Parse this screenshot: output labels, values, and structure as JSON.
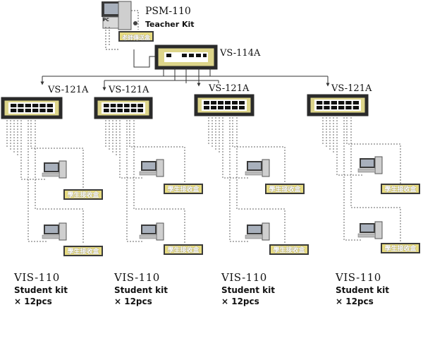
{
  "teacher": {
    "model": "PSM-110",
    "name": "Teacher Kit",
    "pc_tag": "PC",
    "transmitter_label": "老師傳送盒"
  },
  "main_hub": {
    "model": "VS-114A"
  },
  "sub_hubs": [
    {
      "model": "VS-121A"
    },
    {
      "model": "VS-121A"
    },
    {
      "model": "VS-121A"
    },
    {
      "model": "VS-121A"
    }
  ],
  "student_groups": [
    {
      "kit": "VIS-110",
      "desc": "Student kit",
      "qty": "× 12pcs"
    },
    {
      "kit": "VIS-110",
      "desc": "Student kit",
      "qty": "× 12pcs"
    },
    {
      "kit": "VIS-110",
      "desc": "Student kit",
      "qty": "× 12pcs"
    },
    {
      "kit": "VIS-110",
      "desc": "Student kit",
      "qty": "× 12pcs"
    }
  ],
  "receiver_label": "學生接收盒",
  "colors": {
    "hub_fill": "#ddd58a",
    "hub_border": "#2a2a2a",
    "label_fill": "#e8dc80",
    "wire": "#555555"
  }
}
